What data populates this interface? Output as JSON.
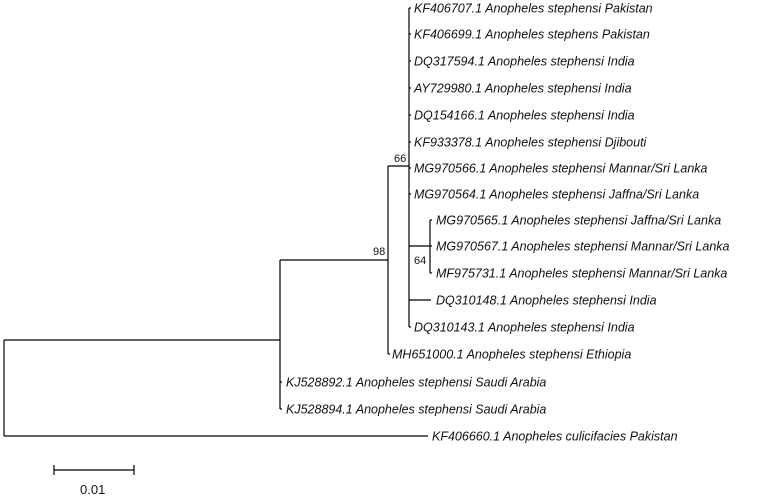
{
  "tree": {
    "taxa": [
      "KF406707.1 Anopheles stephensi Pakistan",
      "KF406699.1 Anopheles stephens Pakistan",
      "DQ317594.1 Anopheles stephensi India",
      "AY729980.1 Anopheles stephensi India",
      "DQ154166.1 Anopheles stephensi India",
      "KF933378.1 Anopheles stephensi Djibouti",
      "MG970566.1 Anopheles stephensi Mannar/Sri Lanka",
      "MG970564.1 Anopheles stephensi Jaffna/Sri Lanka",
      "MG970565.1 Anopheles stephensi Jaffna/Sri Lanka",
      "MG970567.1 Anopheles stephensi Mannar/Sri Lanka",
      "MF975731.1 Anopheles stephensi Mannar/Sri Lanka",
      "DQ310148.1 Anopheles stephensi India",
      "DQ310143.1 Anopheles stephensi India",
      "MH651000.1 Anopheles stephensi Ethiopia",
      "KJ528892.1 Anopheles stephensi Saudi Arabia",
      "KJ528894.1 Anopheles stephensi Saudi Arabia",
      "KF406660.1 Anopheles culicifacies Pakistan"
    ],
    "bootstrap": [
      "98",
      "66",
      "64"
    ],
    "scale_bar_label": "0.01"
  }
}
